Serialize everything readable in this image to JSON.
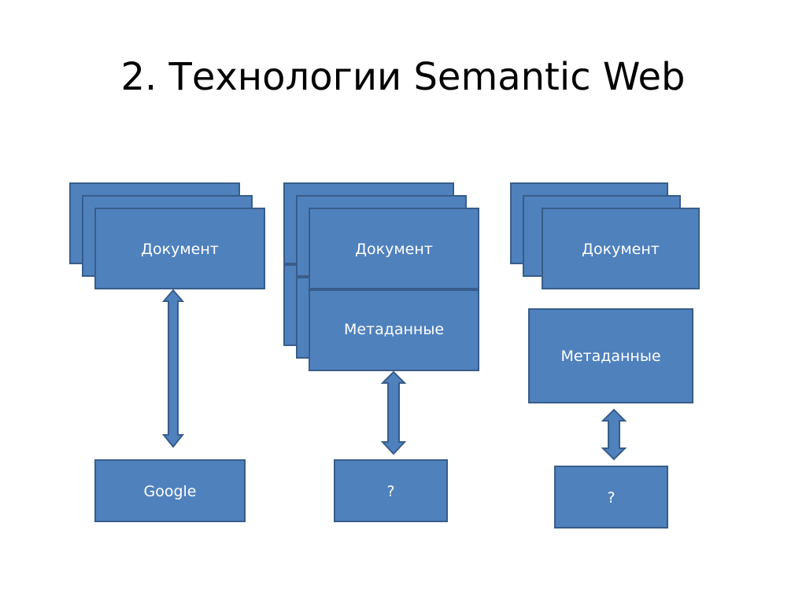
{
  "slide": {
    "title": "2. Технологии Semantic Web"
  },
  "diagram": {
    "colors": {
      "fill": "#4f81bd",
      "border": "#385d8a",
      "text": "#ffffff"
    },
    "column1": {
      "document_label": "Документ",
      "target_label": "Google"
    },
    "column2": {
      "document_label": "Документ",
      "metadata_label": "Метаданные",
      "target_label": "?"
    },
    "column3": {
      "document_label": "Документ",
      "metadata_label": "Метаданные",
      "target_label": "?"
    }
  }
}
